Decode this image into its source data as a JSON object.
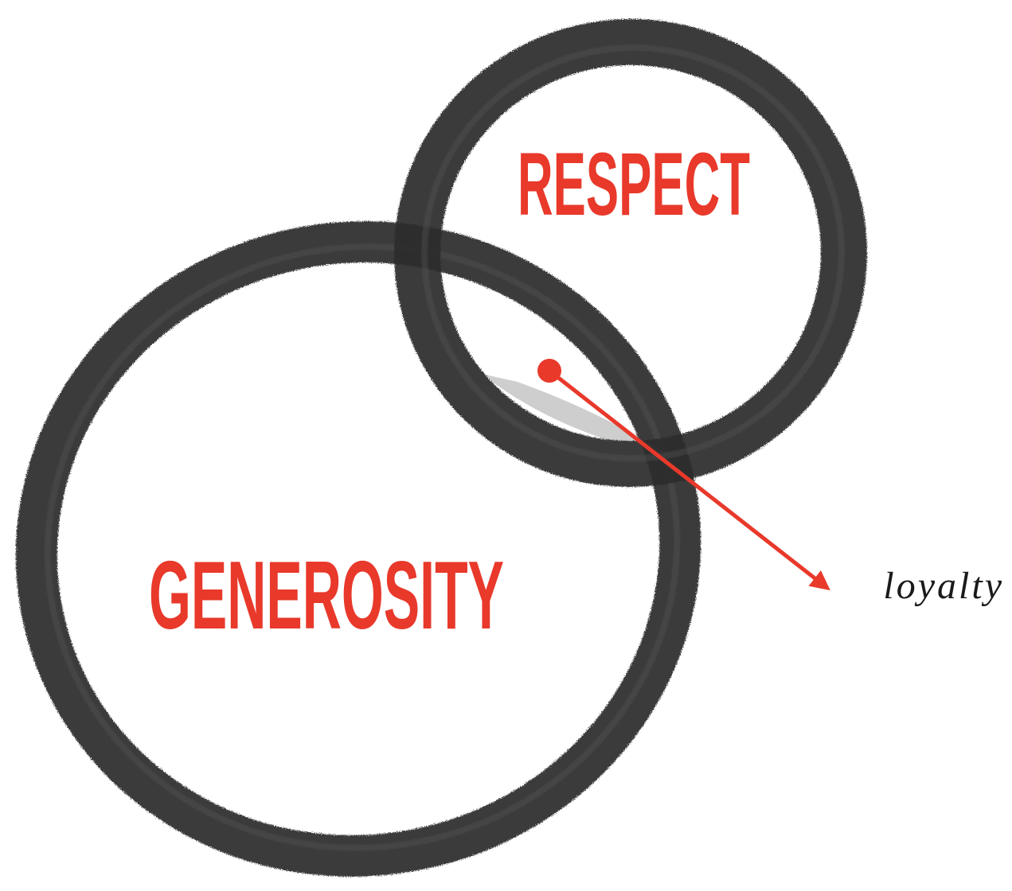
{
  "diagram": {
    "labels": {
      "respect": "RESPECT",
      "generosity": "GENEROSITY",
      "overlap_result": "loyalty"
    },
    "colors": {
      "background": "#ffffff",
      "ring_ink": "#2b2b2b",
      "ring_ink_light": "#555555",
      "accent": "#e8392b",
      "caption_text": "#1a1a1a"
    }
  }
}
